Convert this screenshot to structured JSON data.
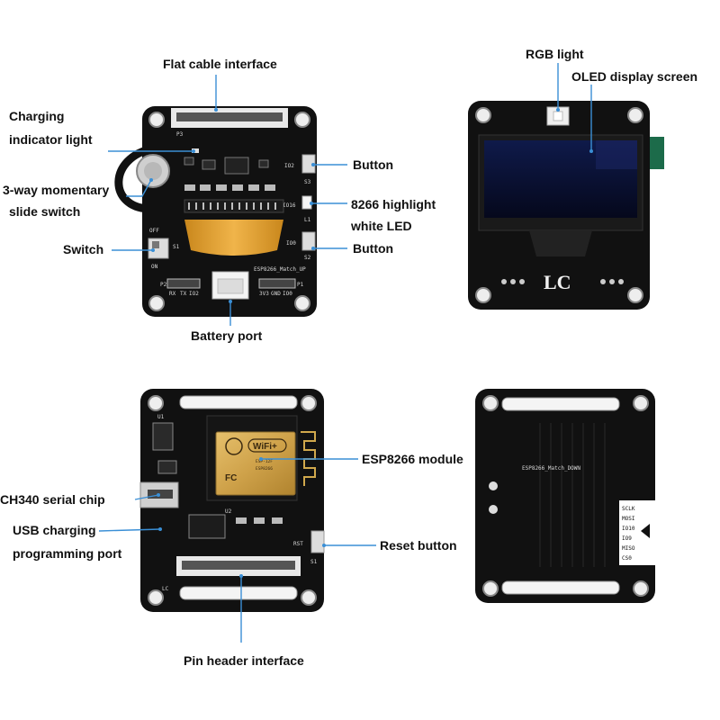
{
  "labels": {
    "flat_cable": "Flat cable interface",
    "charging_1": "Charging",
    "charging_2": "indicator light",
    "slide_1": "3-way momentary",
    "slide_2": "slide switch",
    "switch": "Switch",
    "battery": "Battery port",
    "button_top": "Button",
    "led_1": "8266 highlight",
    "led_2": "white LED",
    "button_bottom": "Button",
    "rgb": "RGB light",
    "oled": "OLED display screen",
    "esp": "ESP8266 module",
    "ch340": "CH340 serial chip",
    "usb_1": "USB charging",
    "usb_2": "programming port",
    "reset": "Reset button",
    "pin_header": "Pin header interface"
  },
  "silkscreen": {
    "board1_name": "ESP8266_Match_UP",
    "io2": "IO2",
    "io16": "IO16",
    "io0": "IO0",
    "s3": "S3",
    "s2": "S2",
    "off": "OFF",
    "on": "ON",
    "s1": "S1",
    "l1": "L1",
    "rx": "RX",
    "tx": "TX",
    "p2": "P2",
    "p1": "P1",
    "p3": "P3",
    "io2b": "IO2",
    "v3": "3V3",
    "gnd": "GND",
    "io0b": "IO0",
    "board2_logo": "LC",
    "board4_name": "ESP8266_Match_DOWN",
    "sclk": "SCLK",
    "mosi": "MOSI",
    "io10": "IO10",
    "io9": "IO9",
    "miso": "MISO",
    "cs0": "CS0",
    "rst": "RST",
    "s1b": "S1",
    "board3_logo": "LC",
    "u1": "U1",
    "u2": "U2"
  },
  "module": {
    "wifi": "WiFi+",
    "fc": "FC",
    "line1": "ESP-12F",
    "line2": "ESP8266"
  }
}
